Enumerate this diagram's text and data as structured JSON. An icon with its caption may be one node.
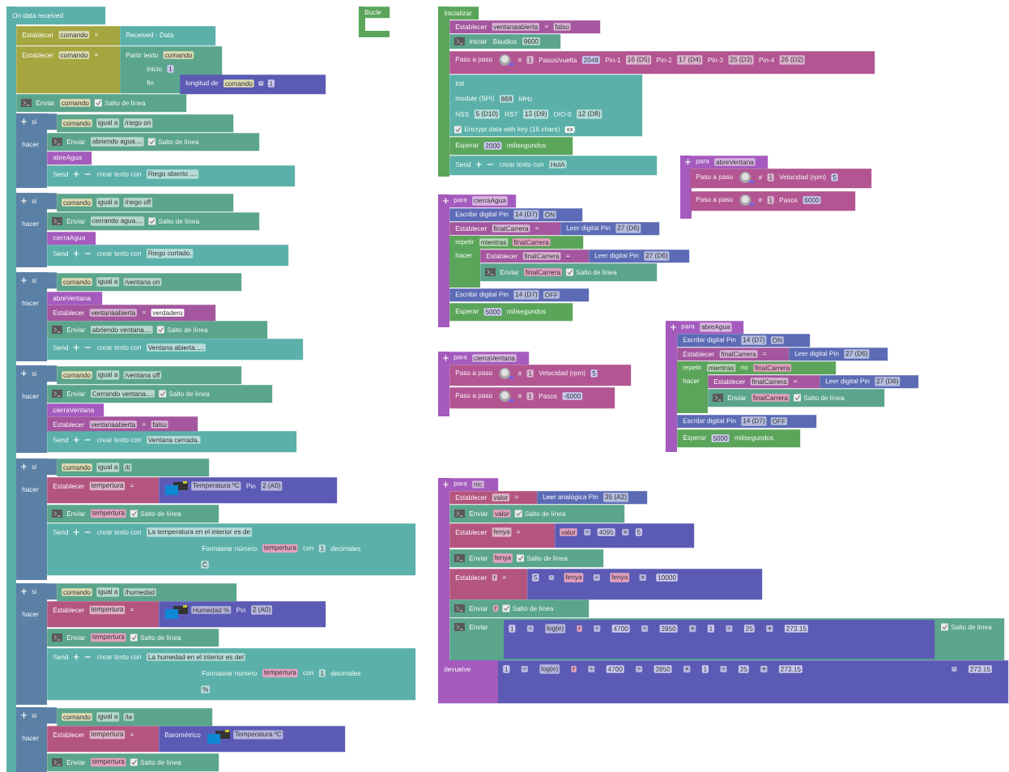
{
  "diagram": {
    "nodes": [
      {
        "text": [
          "On data received"
        ]
      },
      {
        "text": [
          "Establecer",
          "comando",
          "="
        ]
      },
      {
        "text": [
          "Received - Data"
        ]
      },
      {
        "text": [
          "Establecer",
          "comando",
          "="
        ]
      },
      {
        "text": [
          "Partir texto",
          "comando",
          "inicio",
          "1",
          "fin"
        ]
      },
      {
        "text": [
          "longitud de",
          "comando",
          "-",
          "1"
        ]
      },
      {
        "text": [
          "Enviar",
          "comando",
          "Salto de línea"
        ]
      },
      {
        "text": [
          "si",
          "hacer"
        ]
      },
      {
        "text": [
          "comando",
          "igual a",
          "/riego on"
        ]
      },
      {
        "text": [
          "Enviar",
          "abriendo agua....",
          "Salto de línea"
        ]
      },
      {
        "text": [
          "abreAgua"
        ]
      },
      {
        "text": [
          "Send",
          "crear texto con",
          "Riego abierto ...."
        ]
      },
      {
        "text": [
          "si",
          "hacer"
        ]
      },
      {
        "text": [
          "comando",
          "igual a",
          "/riego off"
        ]
      },
      {
        "text": [
          "Enviar",
          "cerrando agua....",
          "Salto de línea"
        ]
      },
      {
        "text": [
          "cierraAgua"
        ]
      },
      {
        "text": [
          "Send",
          "crear texto con",
          "Riego cortado."
        ]
      },
      {
        "text": [
          "si",
          "hacer"
        ]
      },
      {
        "text": [
          "comando",
          "igual a",
          "/ventana on"
        ]
      },
      {
        "text": [
          "abreVentana"
        ]
      },
      {
        "text": [
          "Establecer",
          "ventanaabierta",
          "=",
          "verdadero"
        ]
      },
      {
        "text": [
          "Enviar",
          "abriendo ventana....",
          "Salto de línea"
        ]
      },
      {
        "text": [
          "Send",
          "crear texto con",
          "Ventana abierta....."
        ]
      },
      {
        "text": [
          "si",
          "hacer"
        ]
      },
      {
        "text": [
          "comando",
          "igual a",
          "/ventana off"
        ]
      },
      {
        "text": [
          "Enviar",
          "Cerrando ventana....",
          "Salto de línea"
        ]
      },
      {
        "text": [
          "cierraVentana"
        ]
      },
      {
        "text": [
          "Establecer",
          "ventanaabierta",
          "=",
          "falso"
        ]
      },
      {
        "text": [
          "Send",
          "crear texto con",
          "Ventana cerrada."
        ]
      },
      {
        "text": [
          "si",
          "hacer"
        ]
      },
      {
        "text": [
          "comando",
          "igual a",
          "/ti"
        ]
      },
      {
        "text": [
          "Establecer",
          "tempertura",
          "="
        ]
      },
      {
        "text": [
          "Temperatura ºC",
          "Pin",
          "2 (A0)"
        ]
      },
      {
        "text": [
          "Enviar",
          "tempertura",
          "Salto de línea"
        ]
      },
      {
        "text": [
          "Send",
          "crear texto con",
          "La temperatura en el interior es de",
          "Formatear número",
          "tempertura",
          "con",
          "1",
          "decimales",
          "C"
        ]
      },
      {
        "text": [
          "si",
          "hacer"
        ]
      },
      {
        "text": [
          "comando",
          "igual a",
          "/humedad"
        ]
      },
      {
        "text": [
          "Establecer",
          "tempertura",
          "="
        ]
      },
      {
        "text": [
          "Humedad %",
          "Pin",
          "2 (A0)"
        ]
      },
      {
        "text": [
          "Enviar",
          "tempertura",
          "Salto de línea"
        ]
      },
      {
        "text": [
          "Send",
          "crear texto con",
          "La humedad en el interior es del",
          "Formatear número",
          "tempertura",
          "con",
          "1",
          "decimales",
          "%"
        ]
      },
      {
        "text": [
          "si",
          "hacer"
        ]
      },
      {
        "text": [
          "comando",
          "igual a",
          "/te"
        ]
      },
      {
        "text": [
          "Establecer",
          "tempertura",
          "="
        ]
      },
      {
        "text": [
          "Barométrico",
          "Temperatura ºC"
        ]
      },
      {
        "text": [
          "Enviar",
          "tempertura",
          "Salto de línea"
        ]
      },
      {
        "text": [
          "Bucle"
        ]
      },
      {
        "text": [
          "Inicializar"
        ]
      },
      {
        "text": [
          "Establecer",
          "ventanaabierta",
          "=",
          "falso"
        ]
      },
      {
        "text": [
          "Iniciar",
          "Baudios",
          "9600"
        ]
      },
      {
        "text": [
          "Paso a paso",
          "#",
          "1",
          "Pasos/vuelta",
          "2048",
          "Pin-1",
          "16 (D5)",
          "Pin-2",
          "17 (D4)",
          "Pin-3",
          "25 (D3)",
          "Pin-4",
          "26 (D2)"
        ]
      },
      {
        "text": [
          "Init",
          "module (SPI)",
          "868",
          "MHz",
          "NSS",
          "5 (D10)",
          "RST",
          "13 (D9)",
          "DIO-0",
          "12 (D8)",
          "Encrypt data with key (16 chars)",
          "xx"
        ]
      },
      {
        "text": [
          "Esperar",
          "2000",
          "milisegundos"
        ]
      },
      {
        "text": [
          "Send",
          "crear texto con",
          "HolA"
        ]
      },
      {
        "text": [
          "para",
          "abreVentana"
        ]
      },
      {
        "text": [
          "Paso a paso",
          "#",
          "1",
          "Velocidad (rpm)",
          "5"
        ]
      },
      {
        "text": [
          "Paso a paso",
          "#",
          "1",
          "Pasos",
          "6000"
        ]
      },
      {
        "text": [
          "para",
          "cierraAgua"
        ]
      },
      {
        "text": [
          "Escribir digital Pin",
          "14 (D7)",
          "ON"
        ]
      },
      {
        "text": [
          "Establecer",
          "finalCarrera",
          "="
        ]
      },
      {
        "text": [
          "Leer digital Pin",
          "27 (D6)"
        ]
      },
      {
        "text": [
          "repetir",
          "mientras",
          "finalCarrera",
          "hacer"
        ]
      },
      {
        "text": [
          "Establecer",
          "finalCarrera",
          "="
        ]
      },
      {
        "text": [
          "Leer digital Pin",
          "27 (D6)"
        ]
      },
      {
        "text": [
          "Enviar",
          "finalCarrera",
          "Salto de línea"
        ]
      },
      {
        "text": [
          "Escribir digital Pin",
          "14 (D7)",
          "OFF"
        ]
      },
      {
        "text": [
          "Esperar",
          "5000",
          "milisegundos"
        ]
      },
      {
        "text": [
          "para",
          "cierraVentana"
        ]
      },
      {
        "text": [
          "Paso a paso",
          "#",
          "1",
          "Velocidad (rpm)",
          "5"
        ]
      },
      {
        "text": [
          "Paso a paso",
          "#",
          "1",
          "Pasos",
          "-6000"
        ]
      },
      {
        "text": [
          "para",
          "abreAgua"
        ]
      },
      {
        "text": [
          "Escribir digital Pin",
          "14 (D7)",
          "ON"
        ]
      },
      {
        "text": [
          "Establecer",
          "finalCarrera",
          "="
        ]
      },
      {
        "text": [
          "Leer digital Pin",
          "27 (D6)"
        ]
      },
      {
        "text": [
          "repetir",
          "mientras",
          "no",
          "finalCarrera",
          "hacer"
        ]
      },
      {
        "text": [
          "Establecer",
          "finalCarrera",
          "="
        ]
      },
      {
        "text": [
          "Leer digital Pin",
          "27 (D6)"
        ]
      },
      {
        "text": [
          "Enviar",
          "finalCarrera",
          "Salto de línea"
        ]
      },
      {
        "text": [
          "Escribir digital Pin",
          "14 (D7)",
          "OFF"
        ]
      },
      {
        "text": [
          "Esperar",
          "5000",
          "milisegundos"
        ]
      },
      {
        "text": [
          "para",
          "ntc"
        ]
      },
      {
        "text": [
          "Establecer",
          "valor",
          "="
        ]
      },
      {
        "text": [
          "Leer analógica Pin",
          "35 (A2)"
        ]
      },
      {
        "text": [
          "Enviar",
          "valor",
          "Salto de línea"
        ]
      },
      {
        "text": [
          "Establecer",
          "fenya",
          "="
        ]
      },
      {
        "text": [
          "valor",
          "÷",
          "4095",
          "×",
          "5"
        ]
      },
      {
        "text": [
          "Enviar",
          "fenya",
          "Salto de línea"
        ]
      },
      {
        "text": [
          "Establecer",
          "r",
          "="
        ]
      },
      {
        "text": [
          "5",
          "-",
          "fenya",
          "÷",
          "fenya",
          "×",
          "10000"
        ]
      },
      {
        "text": [
          "Enviar",
          "r",
          "Salto de línea"
        ]
      },
      {
        "text": [
          "Enviar",
          "Salto de línea"
        ]
      },
      {
        "text": [
          "1",
          "÷",
          "log(e)",
          "r",
          "÷",
          "4700",
          "÷",
          "3950",
          "+",
          "1",
          "÷",
          "25",
          "+",
          "273.15"
        ],
        "in": 90
      },
      {
        "text": [
          "devuelve",
          "1",
          "÷",
          "log(e)",
          "r",
          "÷",
          "4700",
          "÷",
          "3950",
          "+",
          "1",
          "÷",
          "25",
          "+",
          "273.15",
          "-",
          "273.15"
        ]
      }
    ]
  }
}
